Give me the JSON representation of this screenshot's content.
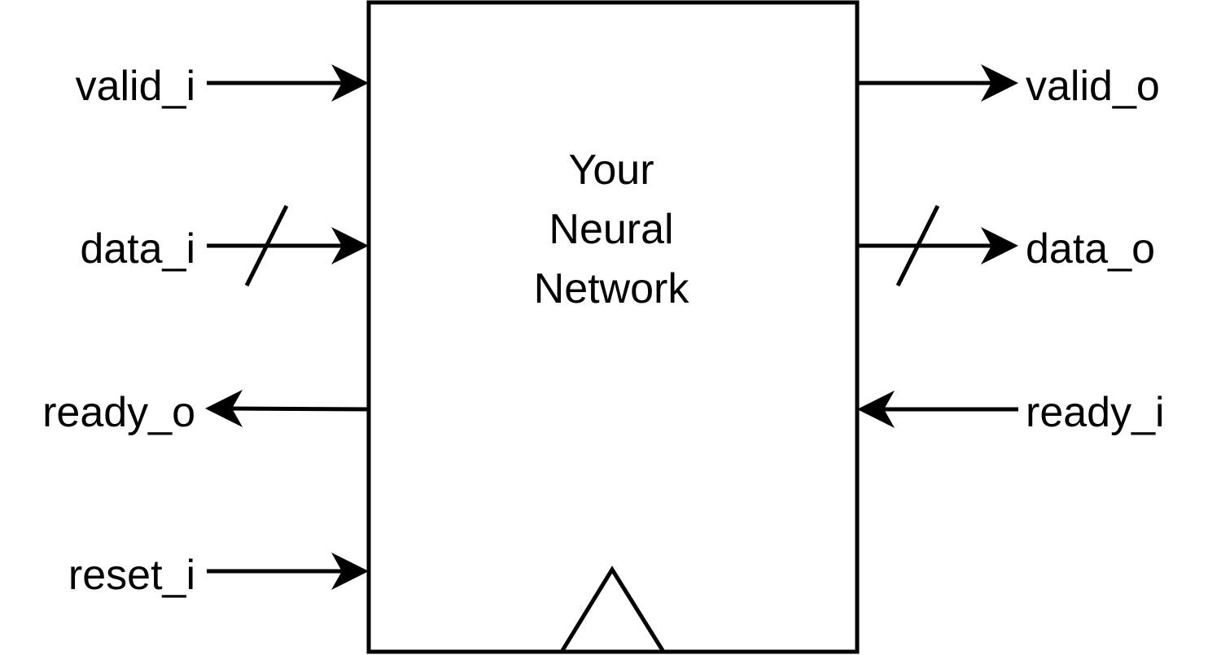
{
  "block": {
    "title_lines": [
      "Your",
      "Neural",
      "Network"
    ]
  },
  "ports": {
    "valid_i": "valid_i",
    "data_i": "data_i",
    "ready_o": "ready_o",
    "reset_i": "reset_i",
    "valid_o": "valid_o",
    "data_o": "data_o",
    "ready_i": "ready_i"
  },
  "colors": {
    "stroke": "#000000",
    "background": "#ffffff"
  },
  "icons": {
    "clock": "clock-triangle-icon",
    "bus": "bus-slash-icon"
  }
}
